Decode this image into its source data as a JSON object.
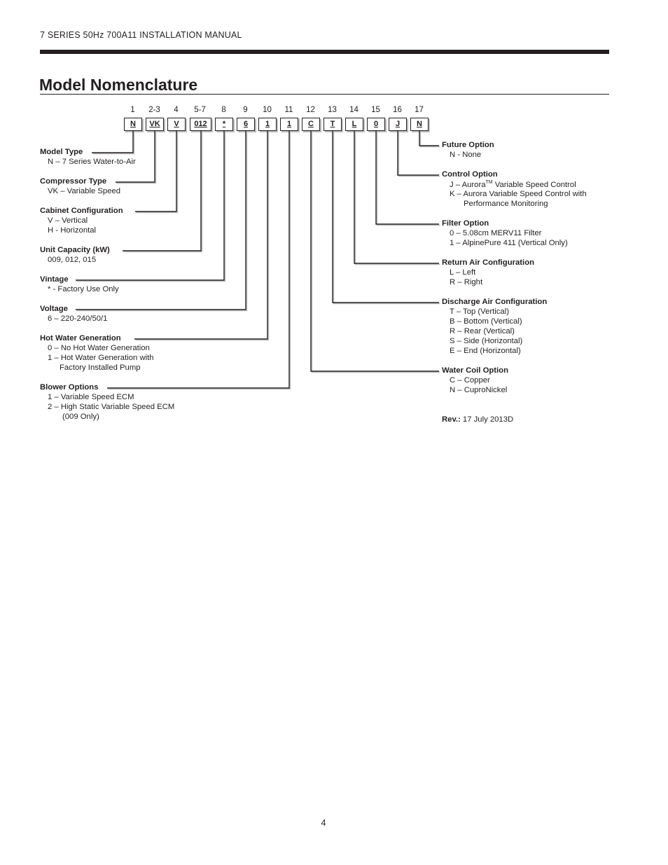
{
  "header": {
    "running_title": "7 SERIES 50Hz 700A11 INSTALLATION MANUAL"
  },
  "title": "Model Nomenclature",
  "positions": [
    "1",
    "2-3",
    "4",
    "5-7",
    "8",
    "9",
    "10",
    "11",
    "12",
    "13",
    "14",
    "15",
    "16",
    "17"
  ],
  "codes": [
    "N",
    "VK",
    "V",
    "012",
    "*",
    "6",
    "1",
    "1",
    "C",
    "T",
    "L",
    "0",
    "J",
    "N"
  ],
  "left_fields": [
    {
      "label": "Model Type",
      "options": [
        "N – 7 Series Water-to-Air"
      ]
    },
    {
      "label": "Compressor Type",
      "options": [
        "VK – Variable Speed"
      ]
    },
    {
      "label": "Cabinet Configuration",
      "options": [
        "V – Vertical",
        "H - Horizontal"
      ]
    },
    {
      "label": "Unit Capacity (kW)",
      "options": [
        "009, 012, 015"
      ]
    },
    {
      "label": "Vintage",
      "options": [
        "* - Factory Use Only"
      ]
    },
    {
      "label": "Voltage",
      "options": [
        "6 – 220-240/50/1"
      ]
    },
    {
      "label": "Hot Water Generation",
      "options": [
        "0 – No Hot Water Generation",
        "1 – Hot Water Generation with",
        "Factory Installed Pump"
      ]
    },
    {
      "label": "Blower Options",
      "options": [
        "1 – Variable Speed ECM",
        "2 – High Static Variable Speed ECM",
        "(009 Only)"
      ]
    }
  ],
  "right_fields": [
    {
      "label": "Future Option",
      "options": [
        "N - None"
      ]
    },
    {
      "label": "Control Option",
      "options": [
        "J – Aurora",
        "TM",
        " Variable Speed Control",
        "K – Aurora Variable Speed Control with",
        "Performance Monitoring"
      ]
    },
    {
      "label": "Filter Option",
      "options": [
        "0 – 5.08cm MERV11 Filter",
        "1 – AlpinePure 411 (Vertical Only)"
      ]
    },
    {
      "label": "Return Air Configuration",
      "options": [
        "L – Left",
        "R – Right"
      ]
    },
    {
      "label": "Discharge Air Configuration",
      "options": [
        "T – Top (Vertical)",
        "B – Bottom (Vertical)",
        "R – Rear (Vertical)",
        "S – Side (Horizontal)",
        "E – End (Horizontal)"
      ]
    },
    {
      "label": "Water Coil Option",
      "options": [
        "C – Copper",
        "N – CuproNickel"
      ]
    }
  ],
  "revision": {
    "label": "Rev.:",
    "date": " 17 July 2013D"
  },
  "page_number": "4"
}
